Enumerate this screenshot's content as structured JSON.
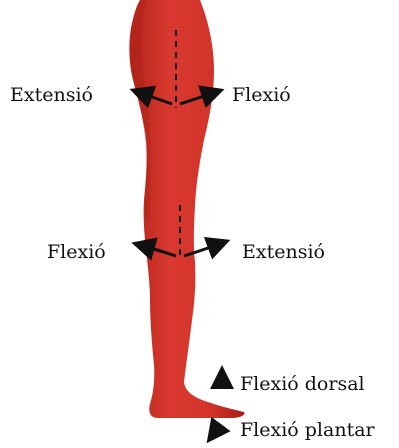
{
  "colors": {
    "leg_fill": "#d4362b",
    "leg_shadow": "#a82018",
    "arrow": "#111111"
  },
  "labels": {
    "hip_extension": "Extensió",
    "hip_flexion": "Flexió",
    "knee_flexion": "Flexió",
    "knee_extension": "Extensió",
    "ankle_dorsiflexion": "Flexió dorsal",
    "ankle_plantarflexion": "Flexió plantar"
  }
}
